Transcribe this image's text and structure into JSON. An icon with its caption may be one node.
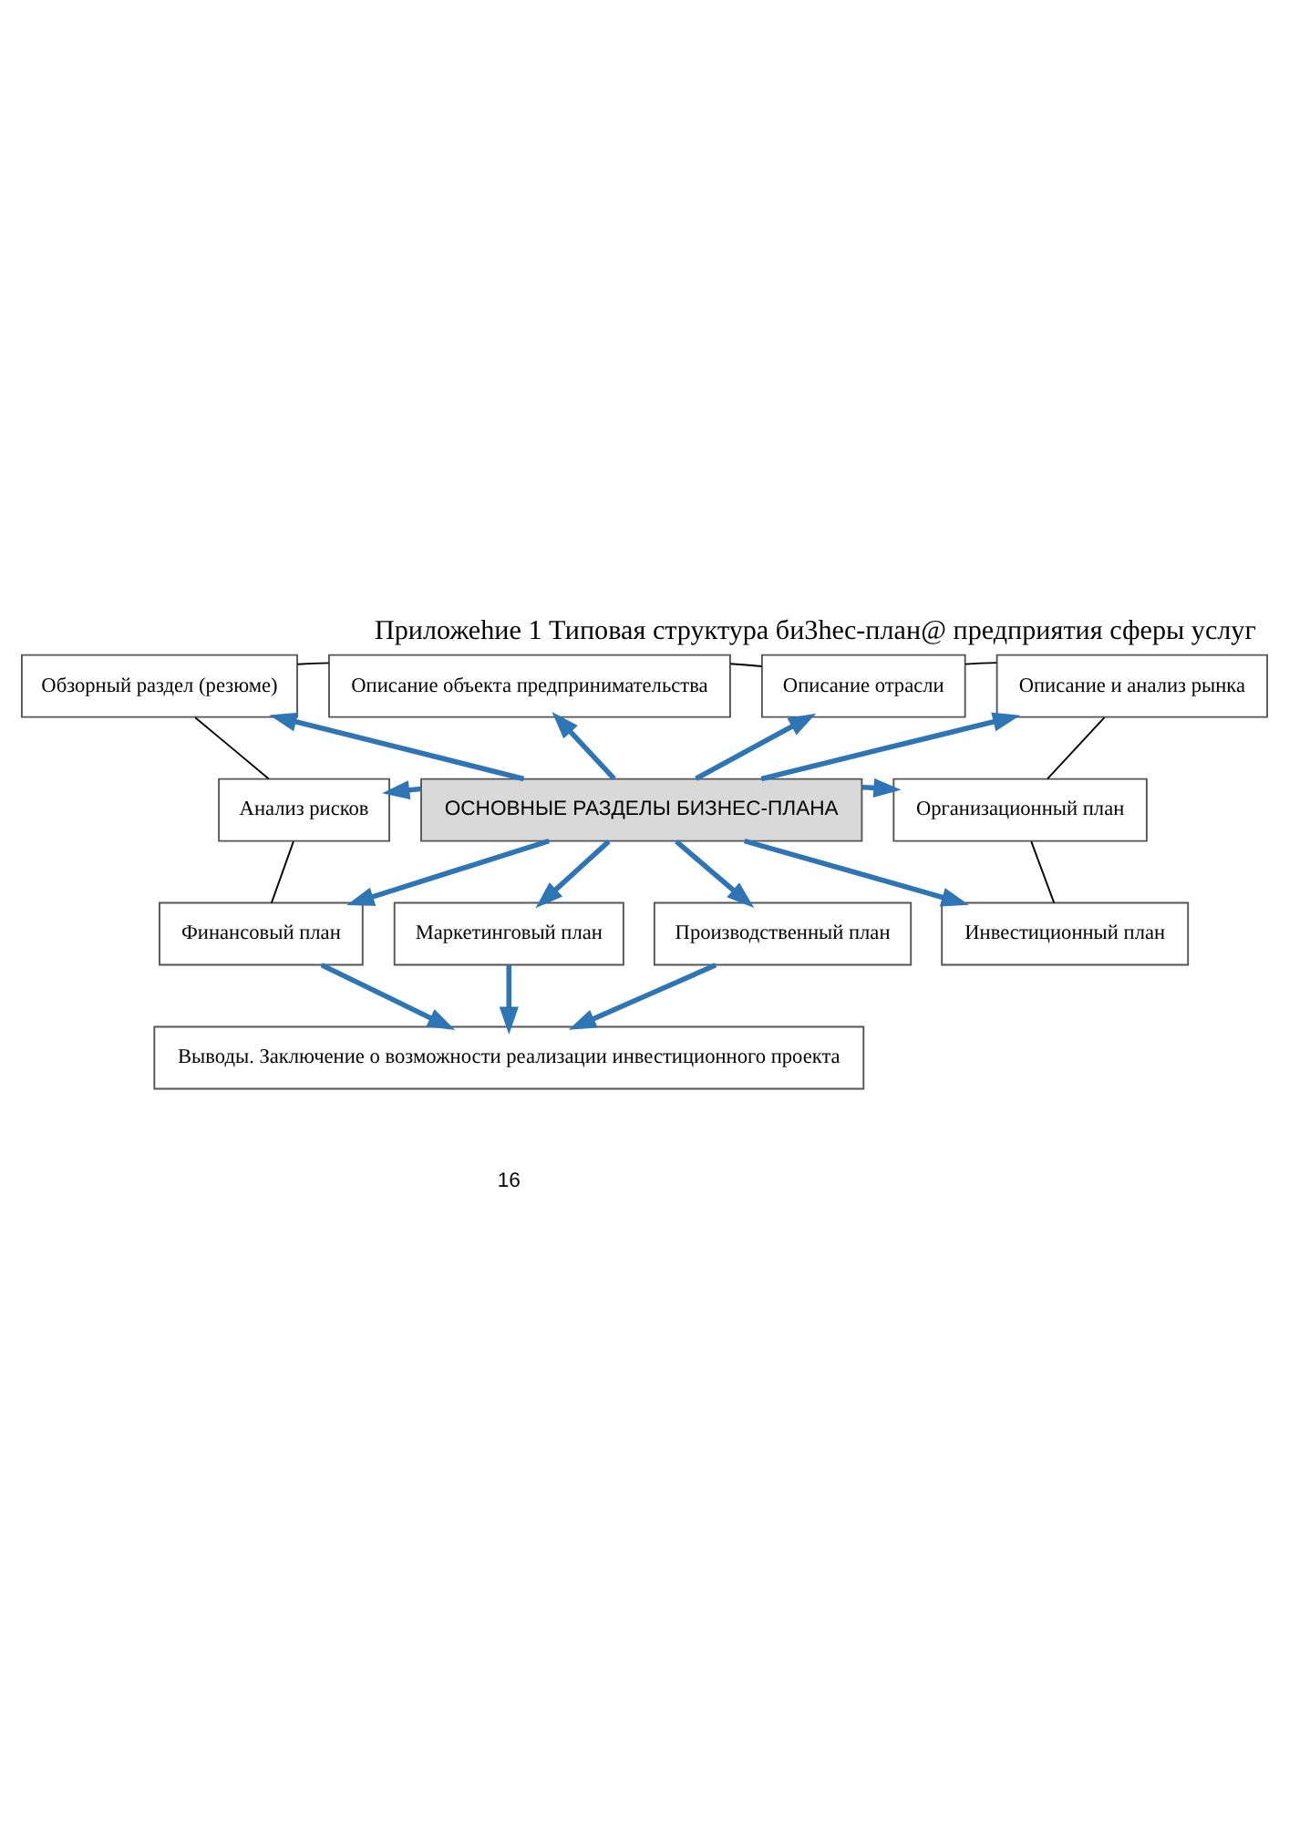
{
  "diagram": {
    "title": "Приложеhие 1 Типовая структура би3hec-план@ предприятия сферы услуг",
    "nodes": [
      {
        "text": [
          "Обзорный раздел (резюме)"
        ]
      },
      {
        "text": [
          "Описание объекта предпринимательства"
        ]
      },
      {
        "text": [
          "Описание отрасли"
        ]
      },
      {
        "text": [
          "Описание и анализ рынка"
        ]
      },
      {
        "text": [
          "Анализ рисков"
        ]
      },
      {
        "text": [
          "ОСНОВНЫЕ РАЗДЕЛЫ БИЗНЕС-ПЛАНА"
        ]
      },
      {
        "text": [
          "Организационный план"
        ]
      },
      {
        "text": [
          "Финансовый план"
        ]
      },
      {
        "text": [
          "Маркетинговый план"
        ]
      },
      {
        "text": [
          "Производственный план"
        ]
      },
      {
        "text": [
          "Инвестиционный план"
        ]
      },
      {
        "text": [
          "Выводы. Заключение о возможности реализации инвестиционного проекта"
        ]
      }
    ],
    "edges": [
      {
        "from": 5,
        "to": 0,
        "arrow": "to"
      },
      {
        "from": 5,
        "to": 1,
        "arrow": "to"
      },
      {
        "from": 5,
        "to": 2,
        "arrow": "to"
      },
      {
        "from": 5,
        "to": 3,
        "arrow": "to"
      },
      {
        "from": 5,
        "to": 4,
        "arrow": "to"
      },
      {
        "from": 5,
        "to": 6,
        "arrow": "to"
      },
      {
        "from": 5,
        "to": 7,
        "arrow": "to"
      },
      {
        "from": 5,
        "to": 8,
        "arrow": "to"
      },
      {
        "from": 5,
        "to": 9,
        "arrow": "to"
      },
      {
        "from": 5,
        "to": 10,
        "arrow": "to"
      },
      {
        "from": 7,
        "to": 11,
        "arrow": "to"
      },
      {
        "from": 8,
        "to": 11,
        "arrow": "to"
      },
      {
        "from": 9,
        "to": 11,
        "arrow": "to"
      },
      {
        "from": 0,
        "to": 1,
        "arrow": "none",
        "color": "#000000"
      },
      {
        "from": 1,
        "to": 2,
        "arrow": "none",
        "color": "#000000"
      },
      {
        "from": 2,
        "to": 3,
        "arrow": "none",
        "color": "#000000"
      },
      {
        "from": 0,
        "to": 4,
        "arrow": "none",
        "color": "#000000"
      },
      {
        "from": 3,
        "to": 6,
        "arrow": "none",
        "color": "#000000"
      },
      {
        "from": 4,
        "to": 7,
        "arrow": "none",
        "color": "#000000"
      },
      {
        "from": 6,
        "to": 10,
        "arrow": "none",
        "color": "#000000"
      }
    ],
    "labels": [
      "16"
    ]
  }
}
